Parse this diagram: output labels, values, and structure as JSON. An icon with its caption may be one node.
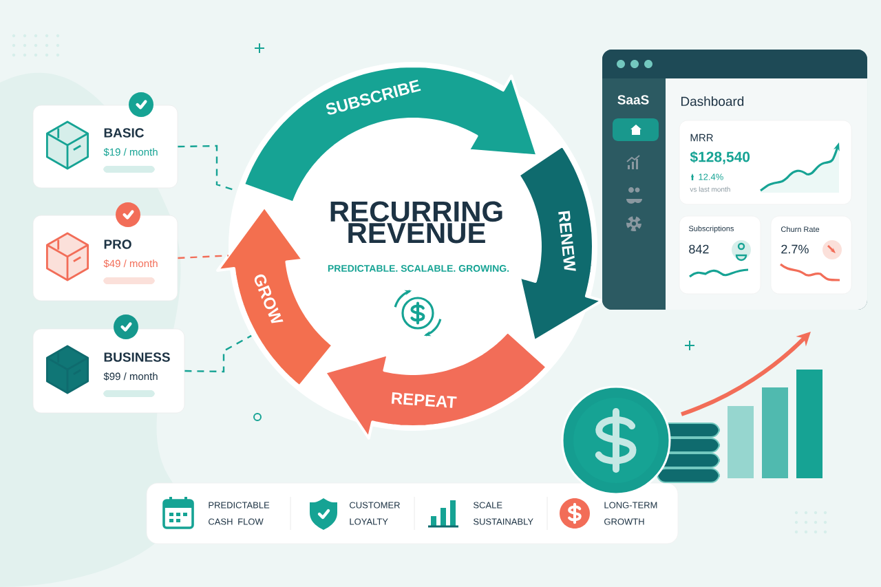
{
  "diagram": {
    "nodes": [
      {
        "text": [
          "BASIC",
          "$19 / month"
        ]
      },
      {
        "text": [
          "PRO",
          "$49 / month"
        ]
      },
      {
        "text": [
          "BUSINESS",
          "$99 / month"
        ]
      },
      {
        "text": [
          "RECURRING REVENUE",
          "PREDICTABLE. SCALABLE. GROWING."
        ]
      },
      {
        "text": [
          "Dashboard"
        ]
      },
      {
        "text": [
          "SaaS"
        ],
        "in": 4
      },
      {
        "text": [
          "MRR",
          "$128,540",
          "12.4%",
          "vs last month"
        ],
        "in": 4
      },
      {
        "text": [
          "Subscriptions",
          "842"
        ],
        "in": 4
      },
      {
        "text": [
          "Churn Rate",
          "2.7%"
        ],
        "in": 4
      },
      {
        "text": [],
        "shape": "box"
      },
      {
        "text": [
          "PREDICTABLE CASH FLOW"
        ],
        "in": 9
      },
      {
        "text": [
          "CUSTOMER LOYALTY"
        ],
        "in": 9
      },
      {
        "text": [
          "SCALE SUSTAINABLY"
        ],
        "in": 9
      },
      {
        "text": [
          "LONG-TERM GROWTH"
        ],
        "in": 9
      }
    ],
    "edges": [
      {
        "from": 0,
        "to": 3,
        "arrow": "none",
        "style": "dashed"
      },
      {
        "from": 1,
        "to": 3,
        "arrow": "none",
        "style": "dashed",
        "color": "#f26d58"
      },
      {
        "from": 2,
        "to": 3,
        "arrow": "none",
        "style": "dashed"
      }
    ],
    "labels": [
      "SUBSCRIBE",
      "RENEW",
      "GROW",
      "REPEAT"
    ]
  }
}
